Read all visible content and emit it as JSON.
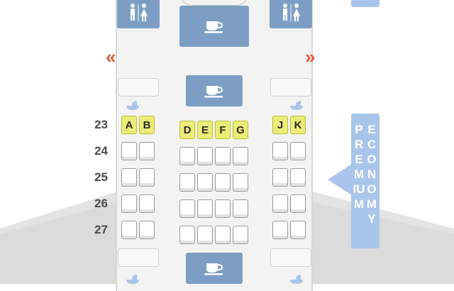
{
  "seat_map": {
    "columns_left": [
      "A",
      "B"
    ],
    "columns_center": [
      "D",
      "E",
      "F",
      "G"
    ],
    "columns_right": [
      "J",
      "K"
    ],
    "rows": [
      "23",
      "24",
      "25",
      "26",
      "27"
    ],
    "exit_left_glyph": "«",
    "exit_right_glyph": "»",
    "colors": {
      "galley": "#7d9ec4",
      "seat_letter": "#ecec78",
      "cabin_label": "#a9c6ea",
      "exit": "#e05a3a"
    },
    "icons": [
      "lavatory-icon",
      "coffee-cup-icon",
      "bassinet-icon",
      "exit-arrow-icon"
    ]
  },
  "cabin": {
    "column1": "PREMIUM",
    "column2": "ECONOMY"
  }
}
